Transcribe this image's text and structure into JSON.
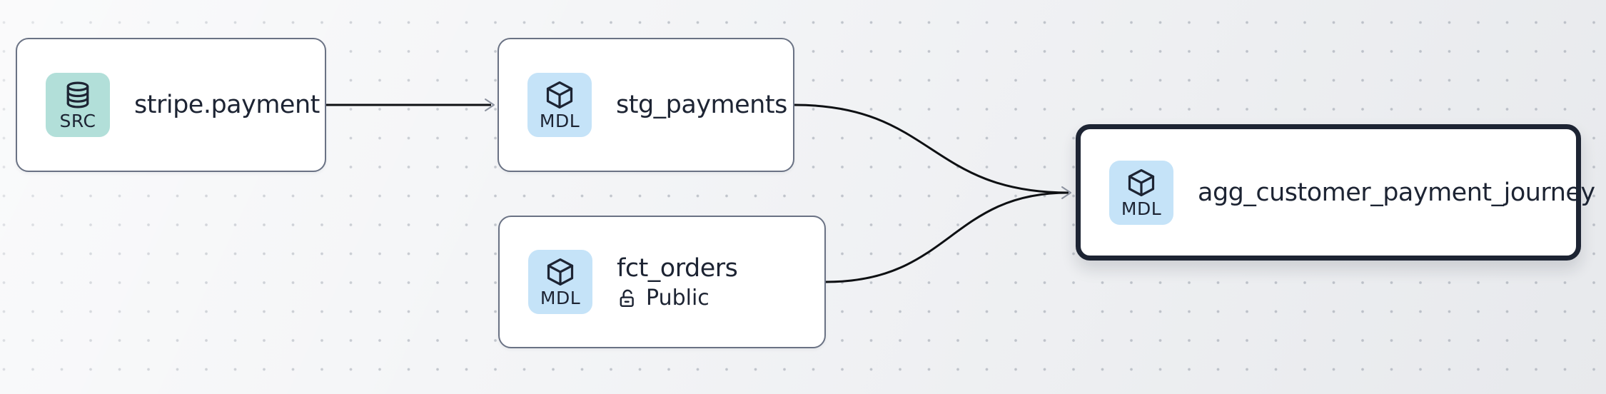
{
  "diagram": {
    "type": "data-lineage-dag",
    "nodes": [
      {
        "id": "stripe.payment",
        "title": "stripe.payment",
        "kind": "source",
        "badge": {
          "label": "SRC",
          "icon": "database-icon"
        },
        "selected": false
      },
      {
        "id": "stg_payments",
        "title": "stg_payments",
        "kind": "model",
        "badge": {
          "label": "MDL",
          "icon": "cube-icon"
        },
        "selected": false
      },
      {
        "id": "fct_orders",
        "title": "fct_orders",
        "kind": "model",
        "badge": {
          "label": "MDL",
          "icon": "cube-icon"
        },
        "visibility": {
          "label": "Public",
          "icon": "lock-open-icon"
        },
        "selected": false
      },
      {
        "id": "agg_customer_payment_journey",
        "title": "agg_customer_payment_journey",
        "kind": "model",
        "badge": {
          "label": "MDL",
          "icon": "cube-icon"
        },
        "selected": true
      }
    ],
    "edges": [
      {
        "from": "stripe.payment",
        "to": "stg_payments"
      },
      {
        "from": "stg_payments",
        "to": "agg_customer_payment_journey"
      },
      {
        "from": "fct_orders",
        "to": "agg_customer_payment_journey"
      }
    ],
    "colors": {
      "canvas-bg": "#f4f5f7",
      "grid-dot": "#c2c6cd",
      "node-bg": "#ffffff",
      "node-border": "#6a7284",
      "selected-border": "#1d2433",
      "source-badge-bg": "#b2dfd9",
      "model-badge-bg": "#c5e3f8",
      "text": "#1d2433",
      "edge": "#0e1013",
      "arrowhead": "#8d93a0"
    }
  }
}
